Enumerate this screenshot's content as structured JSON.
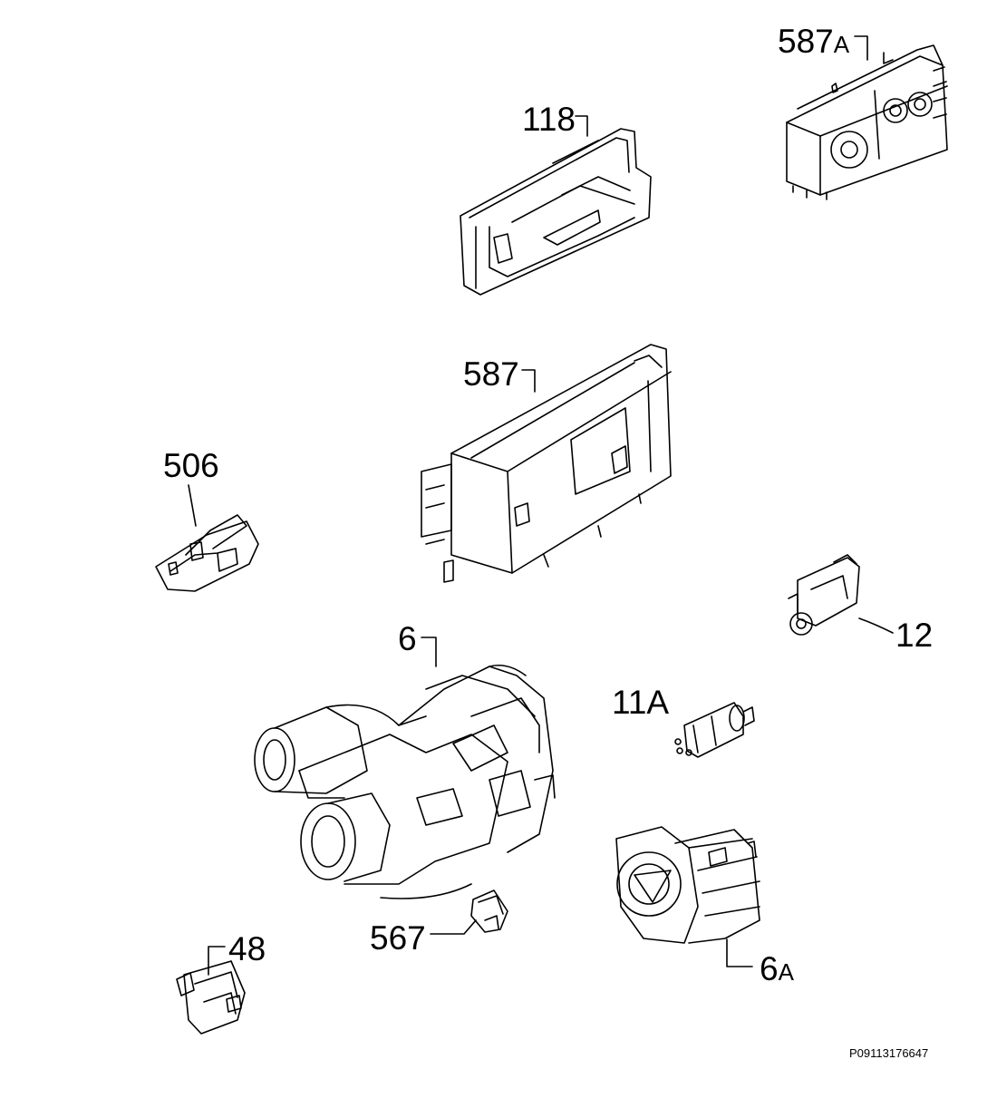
{
  "diagram": {
    "parts": [
      {
        "id": "587a",
        "number": "587",
        "suffix": "A"
      },
      {
        "id": "118",
        "number": "118",
        "suffix": ""
      },
      {
        "id": "587",
        "number": "587",
        "suffix": ""
      },
      {
        "id": "506",
        "number": "506",
        "suffix": ""
      },
      {
        "id": "12",
        "number": "12",
        "suffix": ""
      },
      {
        "id": "6",
        "number": "6",
        "suffix": ""
      },
      {
        "id": "11a",
        "number": "11A",
        "suffix": ""
      },
      {
        "id": "48",
        "number": "48",
        "suffix": ""
      },
      {
        "id": "567",
        "number": "567",
        "suffix": ""
      },
      {
        "id": "6a",
        "number": "6",
        "suffix": "A"
      }
    ],
    "document_id": "P09113176647"
  }
}
